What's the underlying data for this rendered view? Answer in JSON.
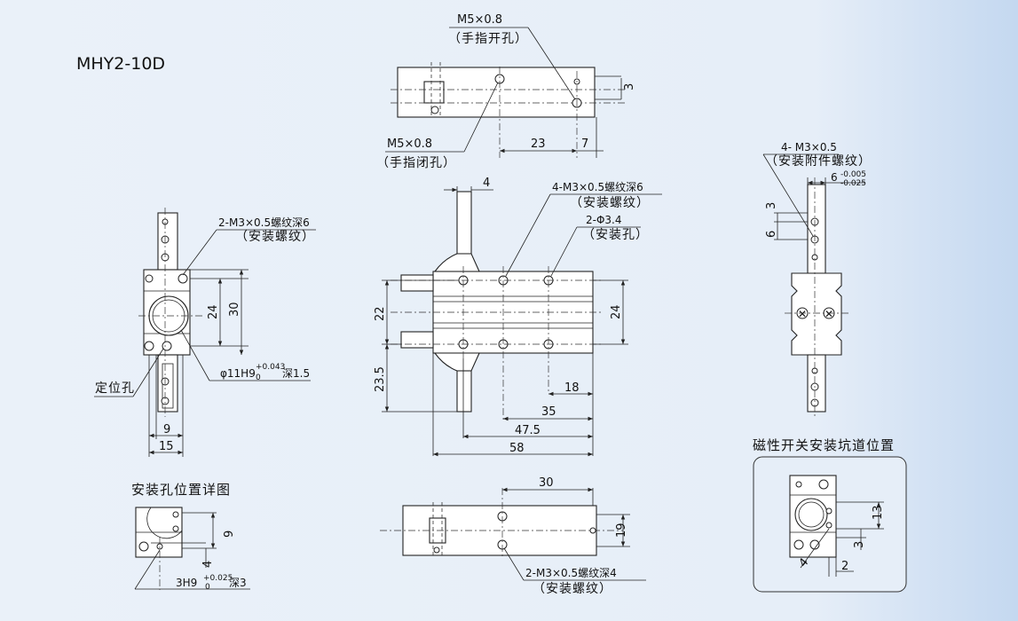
{
  "model": "MHY2-10D",
  "top_view": {
    "open_hole_label": "M5×0.8",
    "open_hole_note": "（手指开孔）",
    "closed_hole_label": "M5×0.8",
    "closed_hole_note": "（手指闭孔）",
    "dim_3": "3",
    "dim_23": "23",
    "dim_7": "7"
  },
  "left_view": {
    "thread_label": "2-M3×0.5螺纹深6",
    "thread_note": "（安装螺纹）",
    "dim_24": "24",
    "dim_30": "30",
    "bore_label": "φ11H9",
    "bore_tol_upper": "+0.043",
    "bore_tol_lower": "0",
    "bore_depth": "深1.5",
    "locating_hole": "定位孔",
    "dim_9": "9",
    "dim_15": "15"
  },
  "front_view": {
    "dim_4": "4",
    "thread_label": "4-M3×0.5螺纹深6",
    "thread_note": "（安装螺纹）",
    "hole_label": "2-Φ3.4",
    "hole_note": "（安装孔）",
    "dim_22": "22",
    "dim_24": "24",
    "dim_23_5": "23.5",
    "dim_18": "18",
    "dim_35": "35",
    "dim_47_5": "47.5",
    "dim_58": "58"
  },
  "right_view": {
    "thread_label": "4- M3×0.5",
    "thread_note": "（安装附件螺纹）",
    "dim_6_fit": "6",
    "fit_upper": "-0.005",
    "fit_lower": "-0.025",
    "dim_3": "3",
    "dim_6": "6"
  },
  "detail_view": {
    "title": "安装孔位置详图",
    "dim_9": "9",
    "dim_4": "4",
    "hole_label": "3H9",
    "hole_tol_upper": "+0.025",
    "hole_tol_lower": "0",
    "hole_depth": "深3"
  },
  "bottom_view": {
    "dim_30": "30",
    "dim_19": "19",
    "thread_label": "2-M3×0.5螺纹深4",
    "thread_note": "（安装螺纹）"
  },
  "sensor_view": {
    "title": "磁性开关安装坑道位置",
    "dim_13": "13",
    "dim_3": "3",
    "dim_4": "4",
    "dim_2": "2"
  }
}
